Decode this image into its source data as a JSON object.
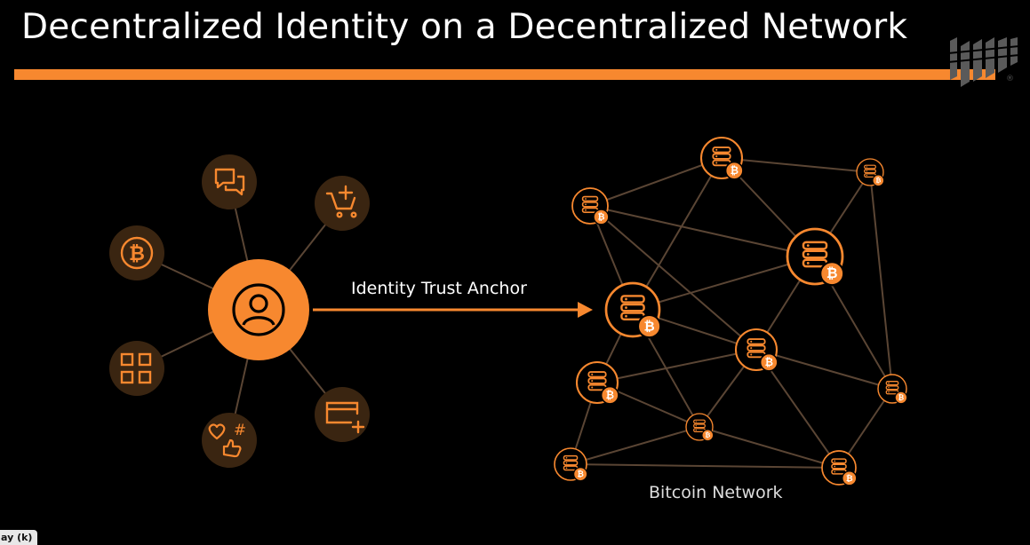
{
  "slide": {
    "title": "Decentralized Identity on a Decentralized Network",
    "arrow_label": "Identity Trust Anchor",
    "network_label": "Bitcoin Network",
    "corner_tab": "ay (k)"
  },
  "colors": {
    "accent": "#f7882f",
    "icon_bg": "#3a2511",
    "line": "#5a4534",
    "background": "#000000"
  },
  "icons": {
    "center": "user-icon",
    "satellites": [
      "chat-icon",
      "add-to-cart-icon",
      "bitcoin-icon",
      "apps-grid-icon",
      "social-icon",
      "credit-card-add-icon"
    ],
    "node": "server-bitcoin-icon"
  }
}
